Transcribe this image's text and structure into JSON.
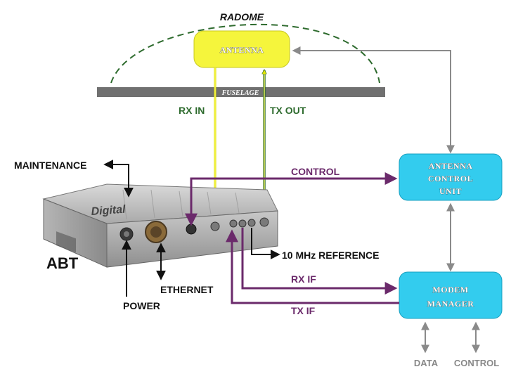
{
  "labels": {
    "radome": "RADOME",
    "antenna": "ANTENNA",
    "fuselage": "FUSELAGE",
    "rx_in": "RX IN",
    "tx_out": "TX OUT",
    "maintenance": "MAINTENANCE",
    "control_top": "CONTROL",
    "acu_line1": "ANTENNA",
    "acu_line2": "CONTROL",
    "acu_line3": "UNIT",
    "abt": "ABT",
    "ethernet": "ETHERNET",
    "power": "POWER",
    "ref_10mhz": "10 MHz REFERENCE",
    "rx_if": "RX IF",
    "tx_if": "TX IF",
    "modem_line1": "MODEM",
    "modem_line2": "MANAGER",
    "data": "DATA",
    "control_bottom": "CONTROL",
    "device_brand": "Digital"
  },
  "colors": {
    "purple": "#6b2a6b",
    "green": "#2e6b2e",
    "yellow": "#f5f53c",
    "cyan": "#33ccee",
    "grey": "#888888",
    "fuselage": "#707070"
  }
}
